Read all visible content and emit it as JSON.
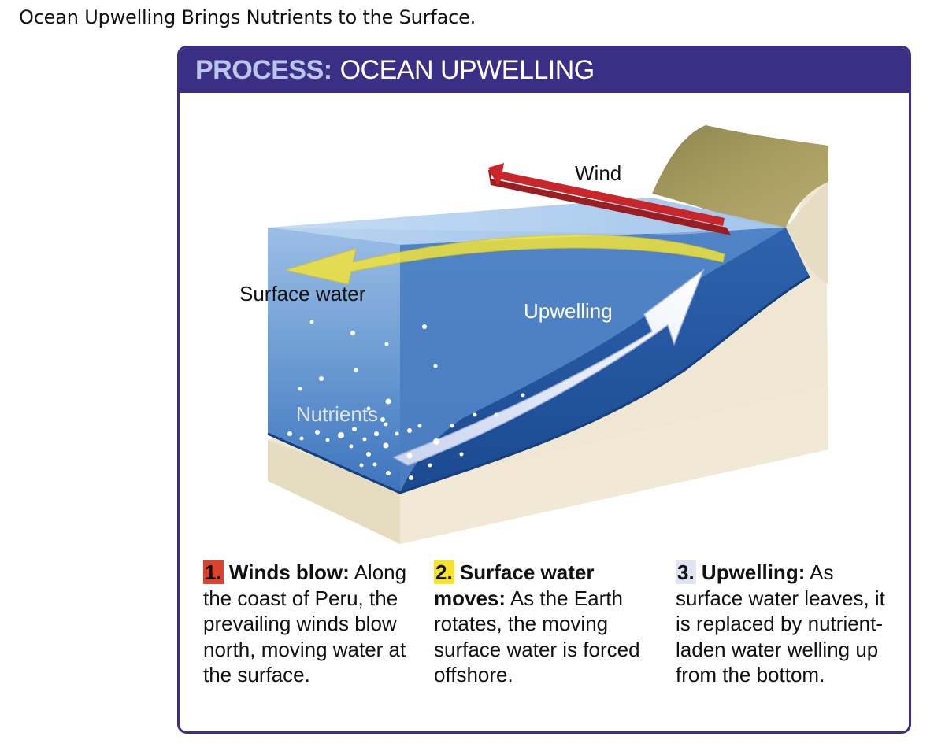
{
  "page": {
    "caption": "Ocean Upwelling Brings Nutrients to the Surface."
  },
  "panel": {
    "header_prefix": "PROCESS:",
    "header_title": "OCEAN UPWELLING"
  },
  "diagram": {
    "labels": {
      "wind": "Wind",
      "surface_water": "Surface water",
      "upwelling": "Upwelling",
      "nutrients": "Nutrients"
    },
    "colors": {
      "header": "#3b2f85",
      "wind_arrow": "#c8262b",
      "surface_arrow": "#f2e33a",
      "upwelling_arrow": "#e8ecf7",
      "water_light": "#8fb6e3",
      "water_deep": "#1f4f95",
      "land": "#efe7d2",
      "cliff": "#8f8850"
    }
  },
  "steps": [
    {
      "number": "1.",
      "heading": "Winds blow:",
      "body": "Along the coast of Peru, the prevailing winds blow north, moving water at the surface."
    },
    {
      "number": "2.",
      "heading": "Surface water moves:",
      "body": "As the Earth rotates, the moving surface water is forced offshore."
    },
    {
      "number": "3.",
      "heading": "Upwelling:",
      "body": "As surface water leaves, it is replaced by nutrient-laden water welling up from the bottom."
    }
  ]
}
